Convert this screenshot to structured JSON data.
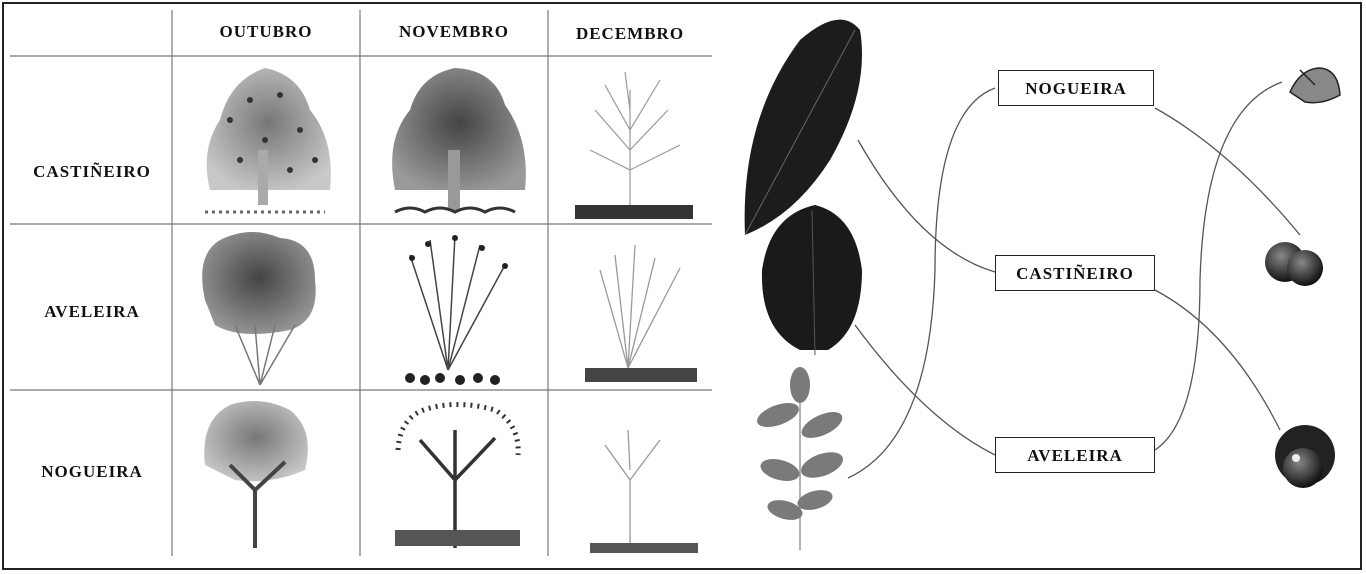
{
  "table": {
    "months": [
      "OUTUBRO",
      "NOVEMBRO",
      "DECEMBRO"
    ],
    "trees": [
      "CASTIÑEIRO",
      "AVELEIRA",
      "NOGUEIRA"
    ]
  },
  "matching": {
    "boxes": [
      "NOGUEIRA",
      "CASTIÑEIRO",
      "AVELEIRA"
    ]
  },
  "colors": {
    "ink": "#111111",
    "line": "#555555",
    "leaf_dark": "#1c1c1c",
    "leaf_mid": "#6a6a6a"
  }
}
